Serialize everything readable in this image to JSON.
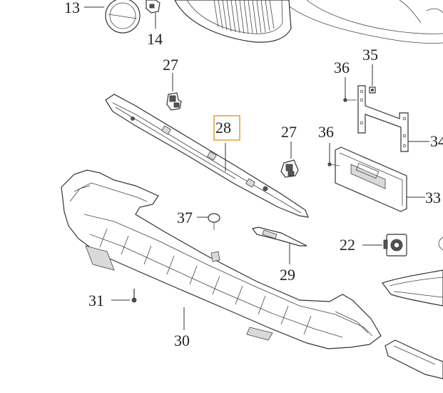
{
  "callouts": [
    {
      "id": "13",
      "text": "13"
    },
    {
      "id": "14",
      "text": "14"
    },
    {
      "id": "27a",
      "text": "27"
    },
    {
      "id": "28",
      "text": "28",
      "highlighted": true
    },
    {
      "id": "27b",
      "text": "27"
    },
    {
      "id": "36a",
      "text": "36"
    },
    {
      "id": "35",
      "text": "35"
    },
    {
      "id": "36b",
      "text": "36"
    },
    {
      "id": "34",
      "text": "34"
    },
    {
      "id": "33",
      "text": "33"
    },
    {
      "id": "37",
      "text": "37"
    },
    {
      "id": "22",
      "text": "22"
    },
    {
      "id": "29",
      "text": "29"
    },
    {
      "id": "31",
      "text": "31"
    },
    {
      "id": "30",
      "text": "30"
    }
  ],
  "highlight_color": "#e8a33a"
}
